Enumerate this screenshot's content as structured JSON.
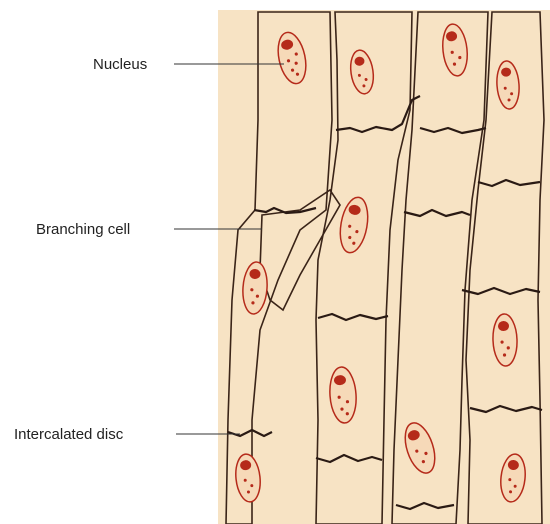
{
  "figure": {
    "labels": {
      "nucleus": "Nucleus",
      "branching_cell": "Branching cell",
      "intercalated_disc": "Intercalated disc"
    },
    "colors": {
      "background_tissue": "#f7e3c4",
      "cell_fill": "#e0703e",
      "cell_light": "#f08a55",
      "striation": "#c8502a",
      "nucleus_fill": "#f6d9b8",
      "nucleus_dot": "#b52a1a",
      "disc_line": "#2a1a14"
    }
  }
}
